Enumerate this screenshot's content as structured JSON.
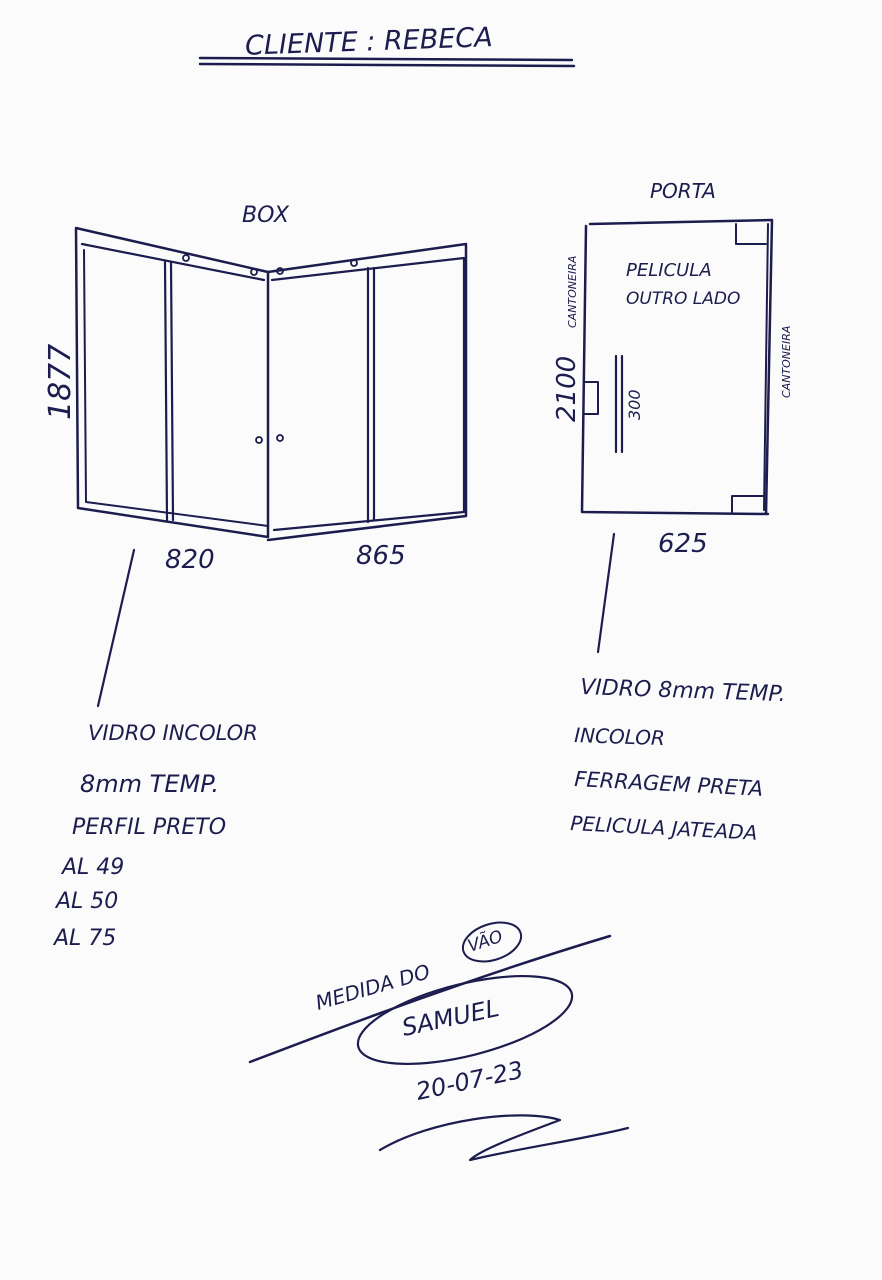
{
  "header": {
    "client_line": "CLIENTE : REBECA"
  },
  "box": {
    "label": "BOX",
    "height_dim": "1877",
    "width_left": "820",
    "width_right": "865",
    "spec_lines": [
      "VIDRO INCOLOR",
      "8mm TEMP.",
      "PERFIL PRETO",
      "AL 49",
      "AL 50",
      "AL 75"
    ]
  },
  "porta": {
    "label": "PORTA",
    "film_line1": "PELICULA",
    "film_line2": "OUTRO LADO",
    "height_dim": "2100",
    "handle_dim": "300",
    "width_dim": "625",
    "side_label": "CANTONEIRA",
    "spec_lines": [
      "VIDRO 8mm TEMP.",
      "INCOLOR",
      "FERRAGEM PRETA",
      "PELICULA JATEADA"
    ]
  },
  "footer": {
    "measure_note_a": "MEDIDA DO",
    "measure_note_b": "VÃO",
    "signature": "SAMUEL",
    "date": "20-07-23"
  },
  "colors": {
    "ink": "#1c1d4e",
    "paper": "#fbfbfb"
  }
}
